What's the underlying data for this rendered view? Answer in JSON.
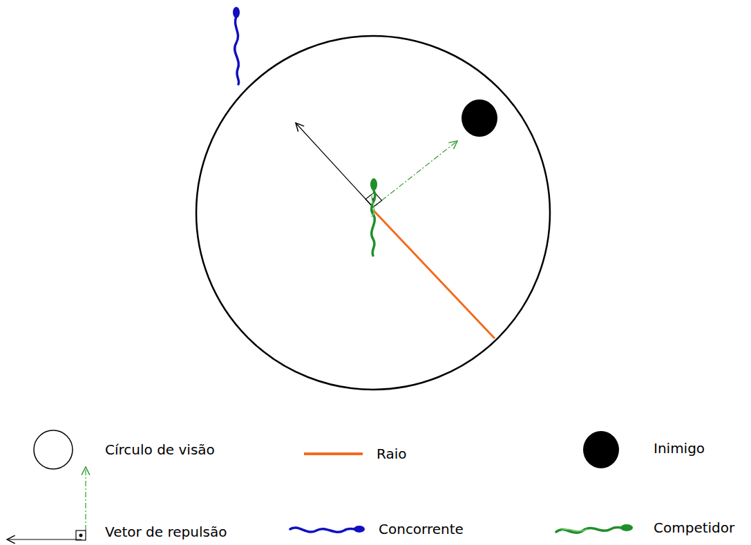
{
  "diagram": {
    "legend": [
      {
        "text": "Círculo de visão"
      },
      {
        "text": "Raio"
      },
      {
        "text": "Inimigo"
      },
      {
        "text": "Vetor de repulsão"
      },
      {
        "text": "Concorrente"
      },
      {
        "text": "Competidor"
      }
    ]
  }
}
